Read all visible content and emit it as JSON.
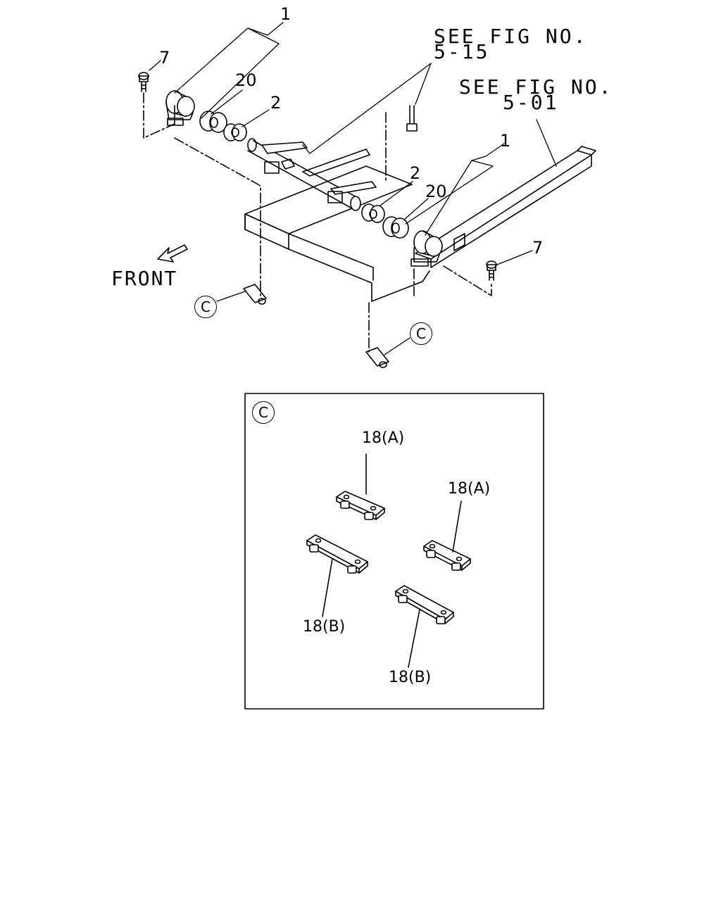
{
  "diagram": {
    "callouts": {
      "c1_top": "1",
      "c1_right": "1",
      "c2_top": "2",
      "c2_right": "2",
      "c7_left": "7",
      "c7_right": "7",
      "c20_left": "20",
      "c20_right": "20"
    },
    "see_fig_1": {
      "line1": "SEE FIG NO.",
      "line2": "5-15"
    },
    "see_fig_2": {
      "line1": "SEE FIG NO.",
      "line2": "5-01"
    },
    "front_label": "FRONT",
    "detail_marker": "C",
    "detail_box": {
      "marker": "C",
      "labels": {
        "a_top": "18(A)",
        "a_right": "18(A)",
        "b_left": "18(B)",
        "b_bottom": "18(B)"
      }
    }
  }
}
